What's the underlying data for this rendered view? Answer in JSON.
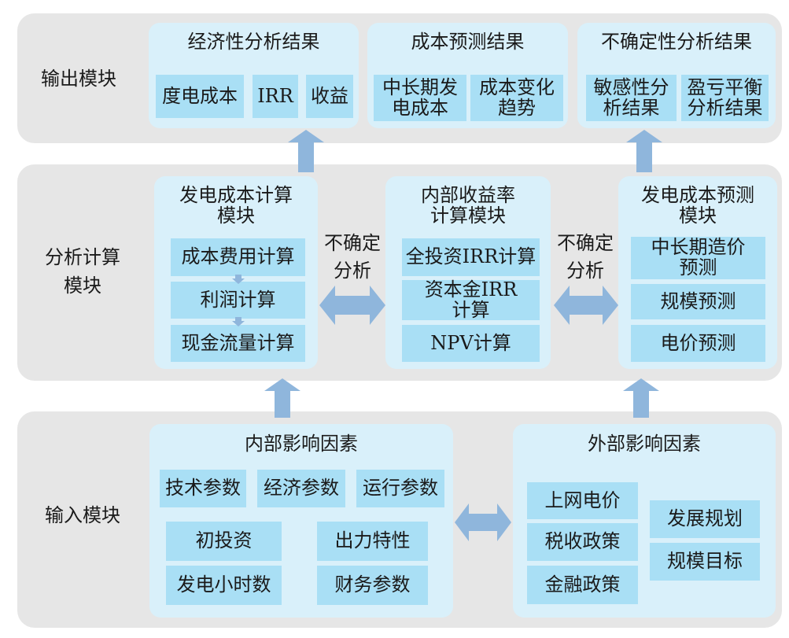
{
  "output": {
    "label": "输出模块",
    "economic": {
      "title": "经济性分析结果",
      "items": [
        "度电成本",
        "IRR",
        "收益"
      ]
    },
    "forecast": {
      "title": "成本预测结果",
      "items": [
        "中长期发\n电成本",
        "成本变化\n趋势"
      ]
    },
    "uncertainty": {
      "title": "不确定性分析结果",
      "items": [
        "敏感性分\n析结果",
        "盈亏平衡\n分析结果"
      ]
    }
  },
  "analysis": {
    "label": "分析计算\n模块",
    "cost_calc": {
      "title": "发电成本计算\n模块",
      "items": [
        "成本费用计算",
        "利润计算",
        "现金流量计算"
      ]
    },
    "irr_calc": {
      "title": "内部收益率\n计算模块",
      "items": [
        "全投资IRR计算",
        "资本金IRR\n计算",
        "NPV计算"
      ]
    },
    "cost_forecast": {
      "title": "发电成本预测\n模块",
      "items": [
        "中长期造价\n预测",
        "规模预测",
        "电价预测"
      ]
    },
    "left_link_label": "不确定\n分析",
    "right_link_label": "不确定\n分析"
  },
  "input": {
    "label": "输入模块",
    "internal": {
      "title": "内部影响因素",
      "items": [
        "技术参数",
        "经济参数",
        "运行参数",
        "初投资",
        "出力特性",
        "发电小时数",
        "财务参数"
      ]
    },
    "external": {
      "title": "外部影响因素",
      "items": [
        "上网电价",
        "税收政策",
        "金融政策",
        "发展规划",
        "规模目标"
      ]
    }
  },
  "colors": {
    "band": "#e6e6e6",
    "panel": "#d9f0fa",
    "cell": "#a9dff5",
    "arrow": "#8fb6dc"
  }
}
